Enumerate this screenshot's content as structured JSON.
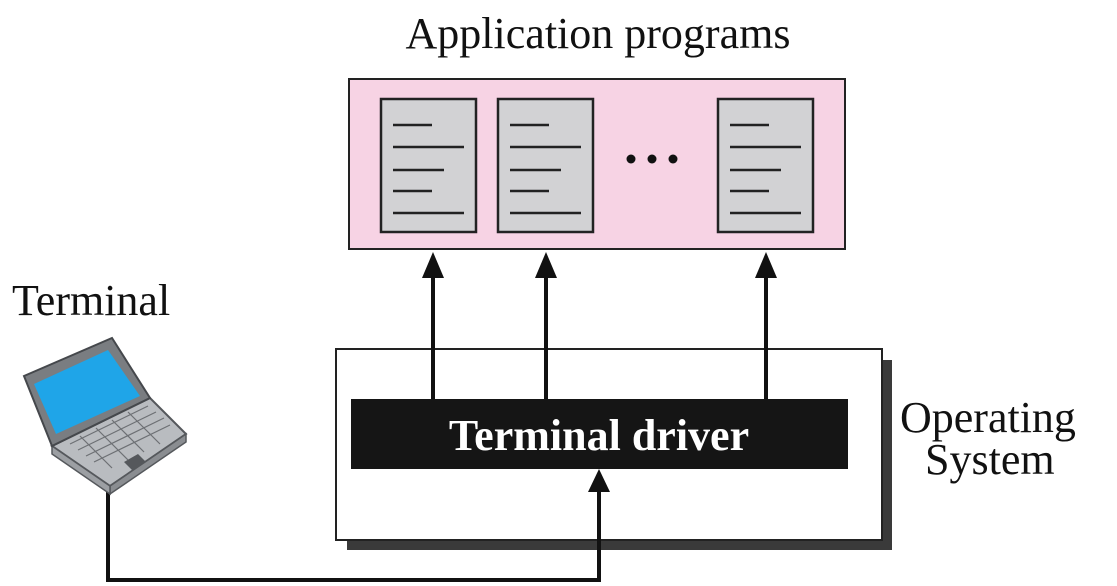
{
  "labels": {
    "application_programs": "Application programs",
    "terminal": "Terminal",
    "operating_system_line1": "Operating",
    "operating_system_line2": "System",
    "terminal_driver": "Terminal driver",
    "ellipsis": "•••"
  },
  "colors": {
    "apps_panel_fill": "#f7d3e4",
    "document_fill": "#d2d2d4",
    "driver_fill": "#151515",
    "shadow": "#3a3a3a",
    "screen": "#1fa5e8",
    "laptop_body": "#b9bcc0"
  },
  "icons": [
    "document-icon",
    "laptop-icon",
    "arrow-up-icon"
  ]
}
